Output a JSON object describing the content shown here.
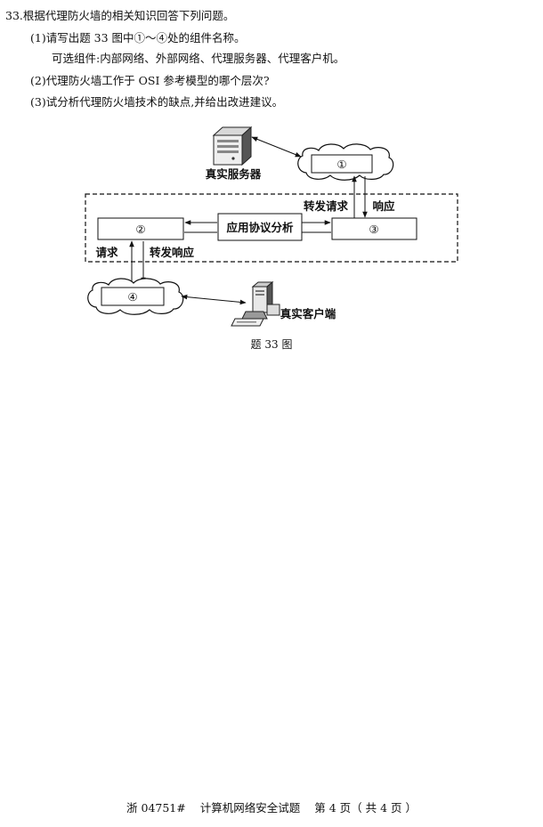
{
  "question": {
    "title": "33.根据代理防火墙的相关知识回答下列问题。",
    "part1": "(1)请写出题 33 图中①～④处的组件名称。",
    "options": "可选组件:内部网络、外部网络、代理服务器、代理客户机。",
    "part2": "(2)代理防火墙工作于 OSI 参考模型的哪个层次?",
    "part3": "(3)试分析代理防火墙技术的缺点,并给出改进建议。"
  },
  "figure": {
    "server_label": "真实服务器",
    "client_label": "真实客户端",
    "cloud1_label": "①",
    "box2_label": "②",
    "box3_label": "③",
    "cloud4_label": "④",
    "analysis_label": "应用协议分析",
    "forward_request": "转发请求",
    "response": "响应",
    "request": "请求",
    "forward_response": "转发响应",
    "caption": "题 33 图"
  },
  "footer": {
    "code": "浙 04751#",
    "subject": "计算机网络安全试题",
    "page": "第 4 页（ 共 4 页 ）"
  },
  "icons": {
    "server": "server-tower-icon",
    "client": "desktop-computer-icon"
  }
}
